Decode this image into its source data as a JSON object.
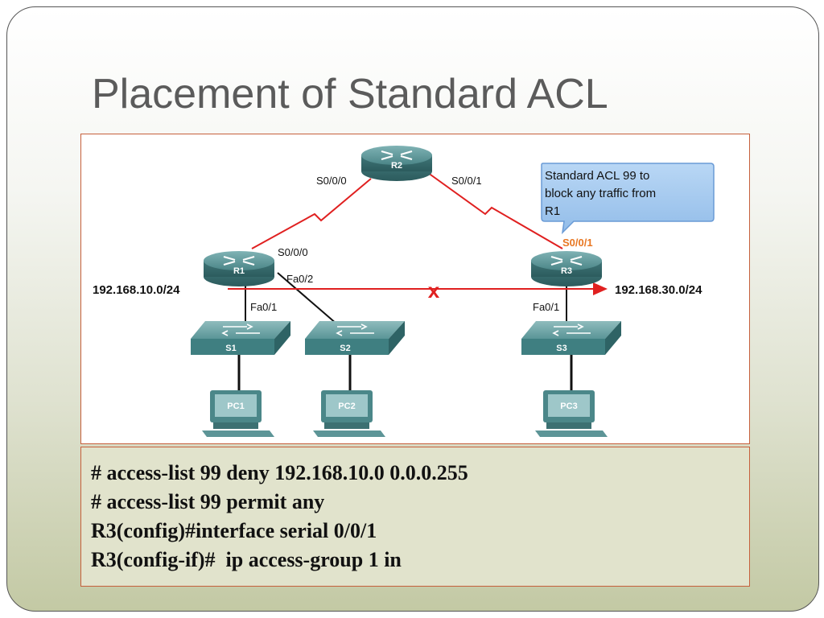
{
  "slide": {
    "title": "Placement of Standard ACL"
  },
  "diagram": {
    "routers": [
      "R2",
      "R1",
      "R3"
    ],
    "switches": [
      "S1",
      "S2",
      "S3"
    ],
    "pcs": [
      "PC1",
      "PC2",
      "PC3"
    ],
    "labels": {
      "r2_left_iface": "S0/0/0",
      "r2_right_iface": "S0/0/1",
      "r1_serial": "S0/0/0",
      "r1_fa02": "Fa0/2",
      "r1_fa01": "Fa0/1",
      "r3_serial": "S0/0/1",
      "r3_fa01": "Fa0/1",
      "left_network": "192.168.10.0/24",
      "right_network": "192.168.30.0/24",
      "block_mark": "x"
    },
    "callout": {
      "lines": [
        "Standard ACL 99 to",
        "block any traffic from",
        "R1"
      ]
    },
    "colors": {
      "serial_link": "#e02020",
      "highlight_iface": "#e87722",
      "device_teal": "#4a8a8c",
      "callout_fill": "#9fc6ee",
      "callout_border": "#6a9bd6"
    },
    "icons": {
      "router": "router-icon",
      "switch": "switch-icon",
      "pc": "pc-icon",
      "block": "cross-icon"
    }
  },
  "commands": [
    "# access-list 99 deny 192.168.10.0 0.0.0.255",
    "# access-list 99 permit any",
    "R3(config)#interface serial 0/0/1",
    "R3(config-if)#  ip access-group 1 in"
  ]
}
